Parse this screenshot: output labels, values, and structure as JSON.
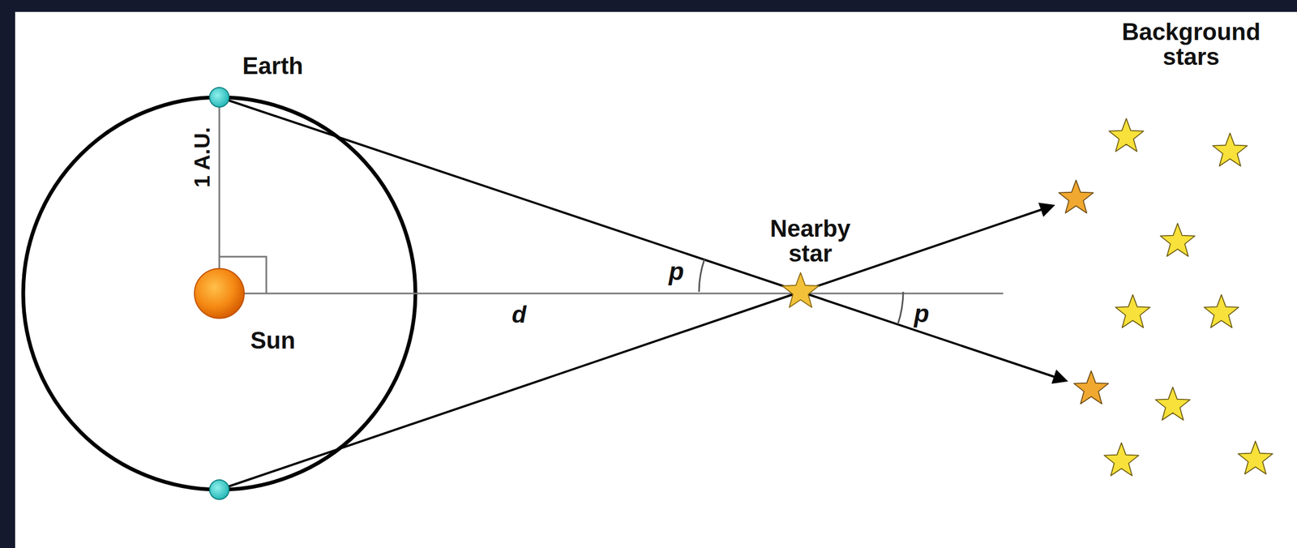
{
  "diagram": {
    "labels": [
      "Earth",
      "1 A.U.",
      "Background stars",
      "Nearby star",
      "p",
      "Sun",
      "d",
      "p"
    ]
  }
}
